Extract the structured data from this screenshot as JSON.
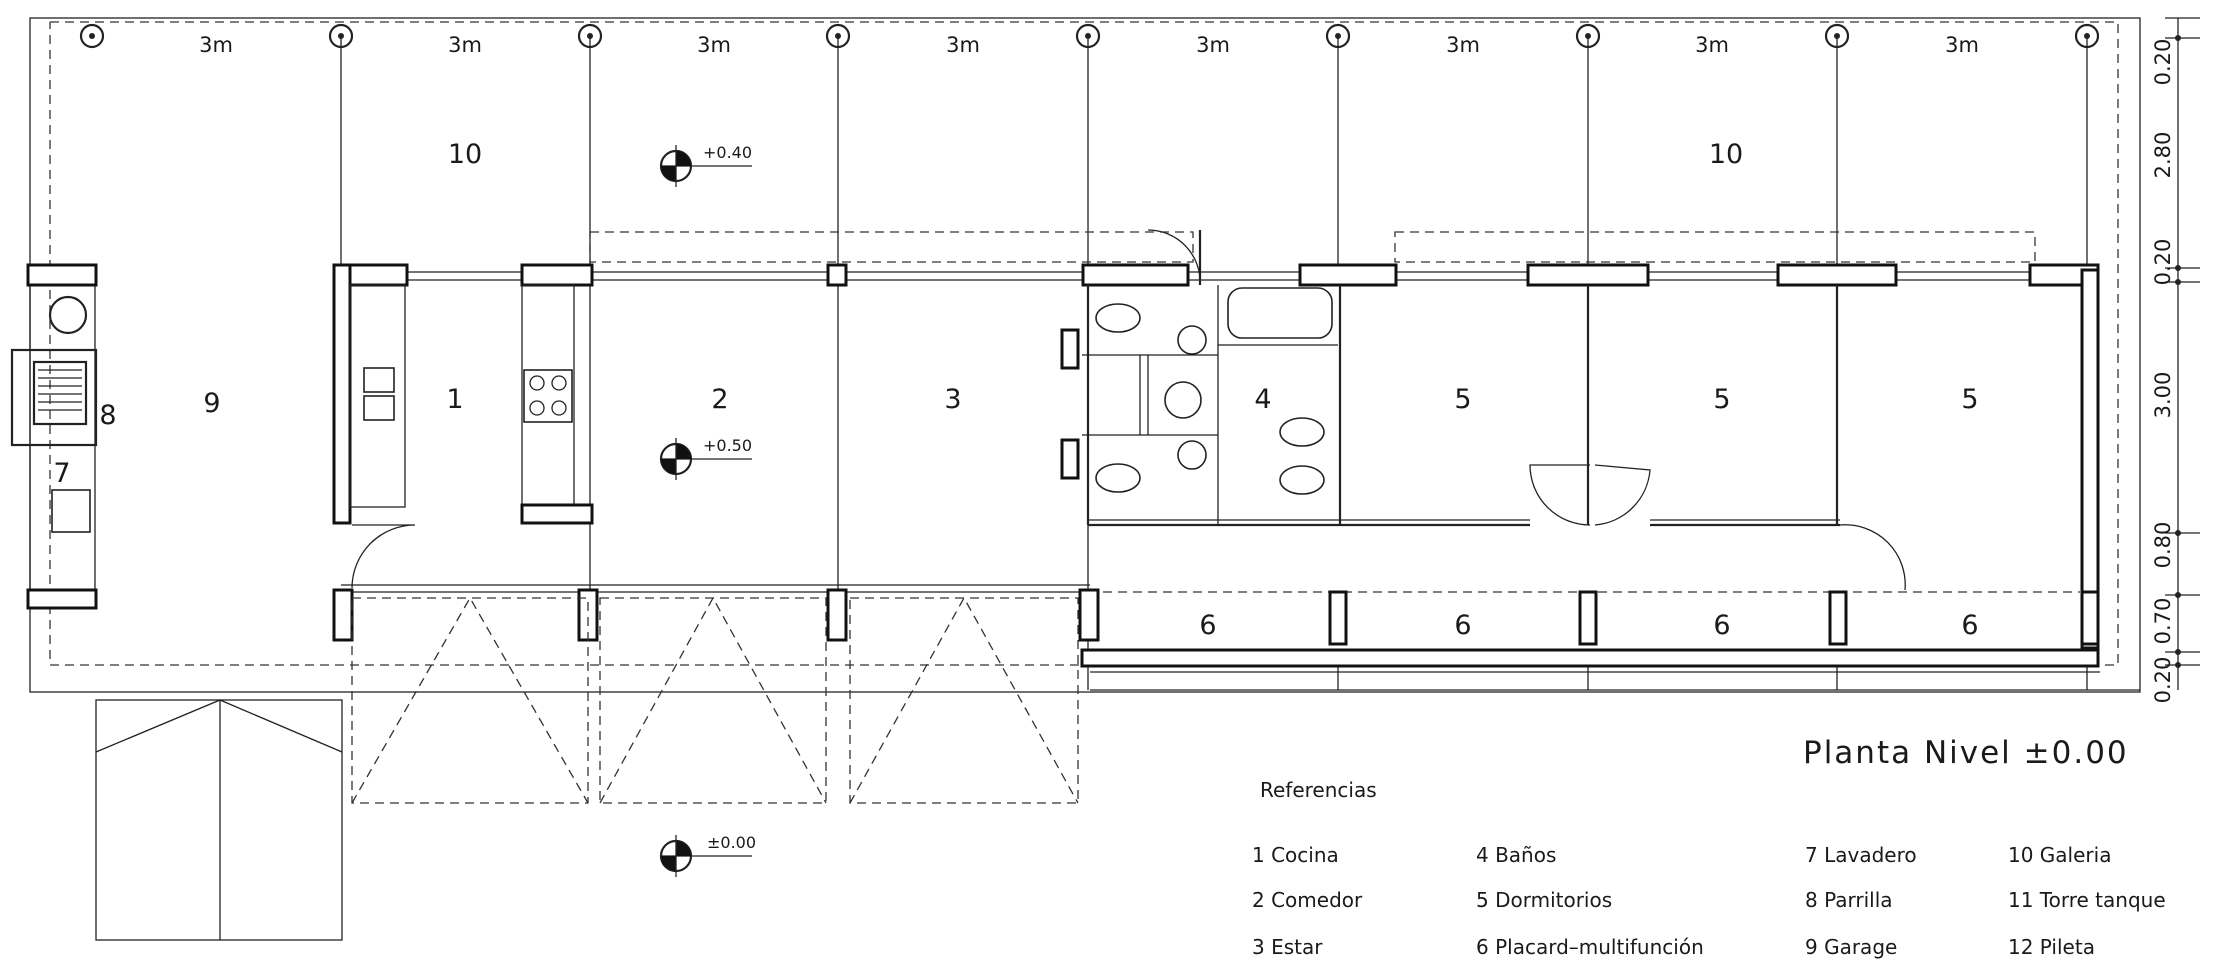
{
  "title": "Planta  Nivel  ±0.00",
  "module_labels": [
    "3m",
    "3m",
    "3m",
    "3m",
    "3m",
    "3m",
    "3m",
    "3m"
  ],
  "right_dimensions": [
    "0.20",
    "2.80",
    "0.20",
    "3.00",
    "0.80",
    "0.70",
    "0.20"
  ],
  "levels": {
    "gallery": "+0.40",
    "interior": "+0.50",
    "exterior": "±0.00"
  },
  "rooms": {
    "galeria_left": "10",
    "galeria_right": "10",
    "garage": "9",
    "parrilla": "8",
    "lavadero": "7",
    "cocina": "1",
    "comedor": "2",
    "estar": "3",
    "banos": "4",
    "dorm_1": "5",
    "dorm_2": "5",
    "dorm_3": "5",
    "placard_1": "6",
    "placard_2": "6",
    "placard_3": "6",
    "placard_4": "6"
  },
  "legend": {
    "heading": "Referencias",
    "items": [
      "1  Cocina",
      "2  Comedor",
      "3  Estar",
      "4  Baños",
      "5  Dormitorios",
      "6  Placard–multifunción",
      "7  Lavadero",
      "8  Parrilla",
      "9  Garage",
      "10  Galeria",
      "11  Torre  tanque",
      "12  Pileta"
    ]
  }
}
